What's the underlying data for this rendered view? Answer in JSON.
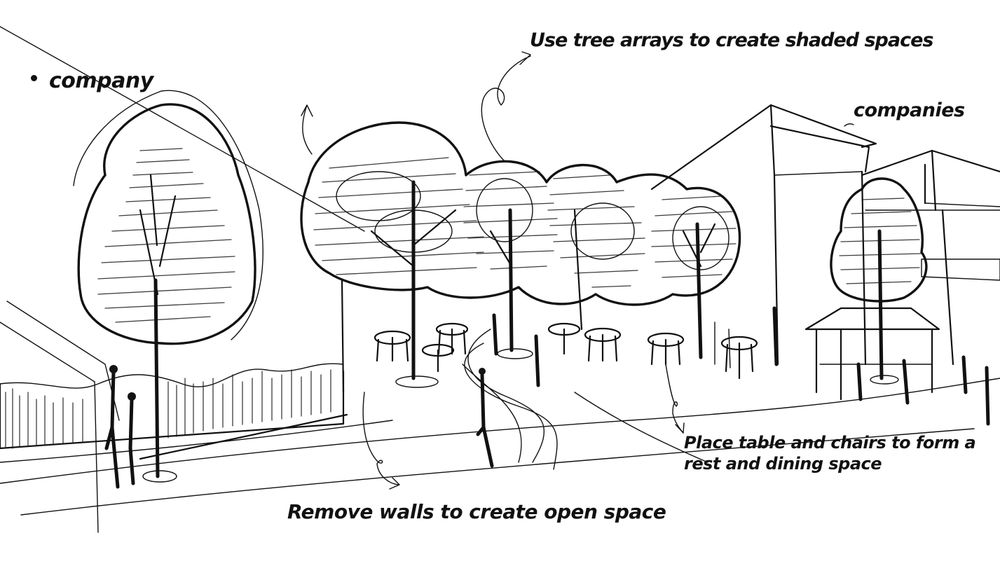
{
  "annotations": {
    "company": "company",
    "companies": "companies",
    "tree_arrays": "Use tree arrays to create shaded spaces",
    "tables_chairs": "Place table and chairs to form a rest and dining space",
    "remove_walls": "Remove walls to create open space"
  },
  "colors": {
    "ink": "#111111",
    "paper": "#ffffff"
  }
}
